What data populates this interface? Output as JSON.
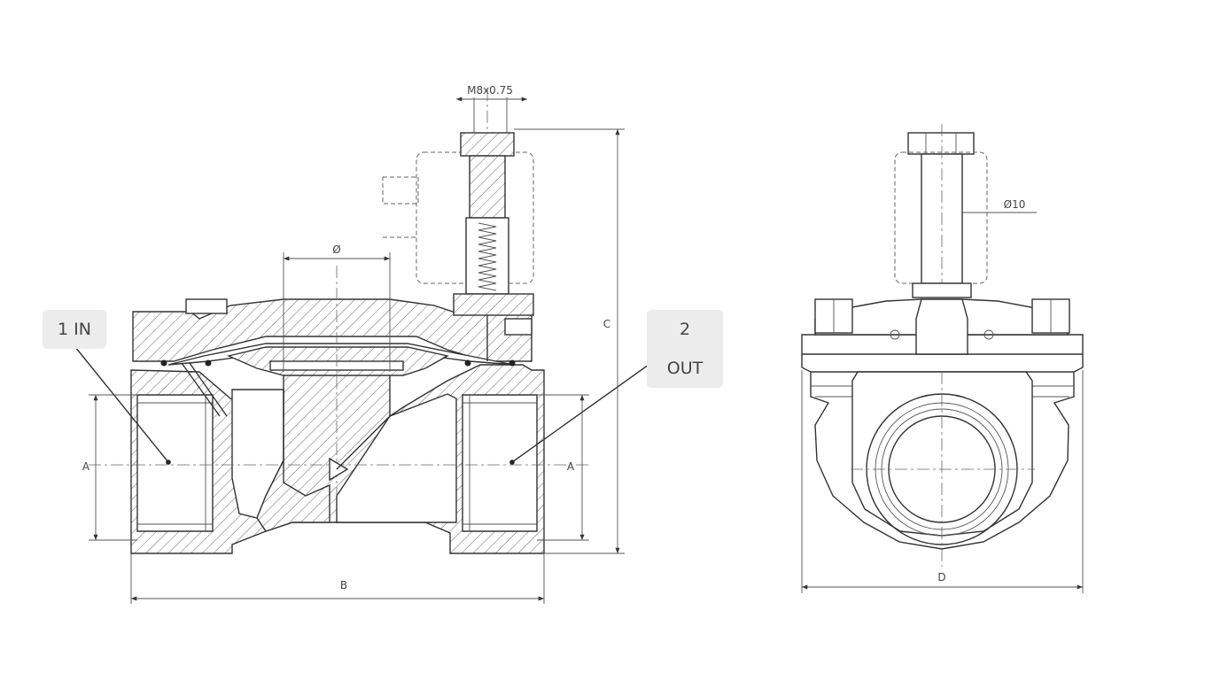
{
  "ports": {
    "inlet_label": "1 IN",
    "outlet_label": "2 OUT"
  },
  "dimensions": {
    "thread": "M8x0.75",
    "orifice": "Ø",
    "height": "C",
    "port_a_left": "A",
    "port_a_right": "A",
    "length": "B",
    "width": "D",
    "stem_diameter": "Ø10"
  },
  "colors": {
    "line": "#333333",
    "badge_bg": "#ececec",
    "badge_text": "#444444"
  }
}
